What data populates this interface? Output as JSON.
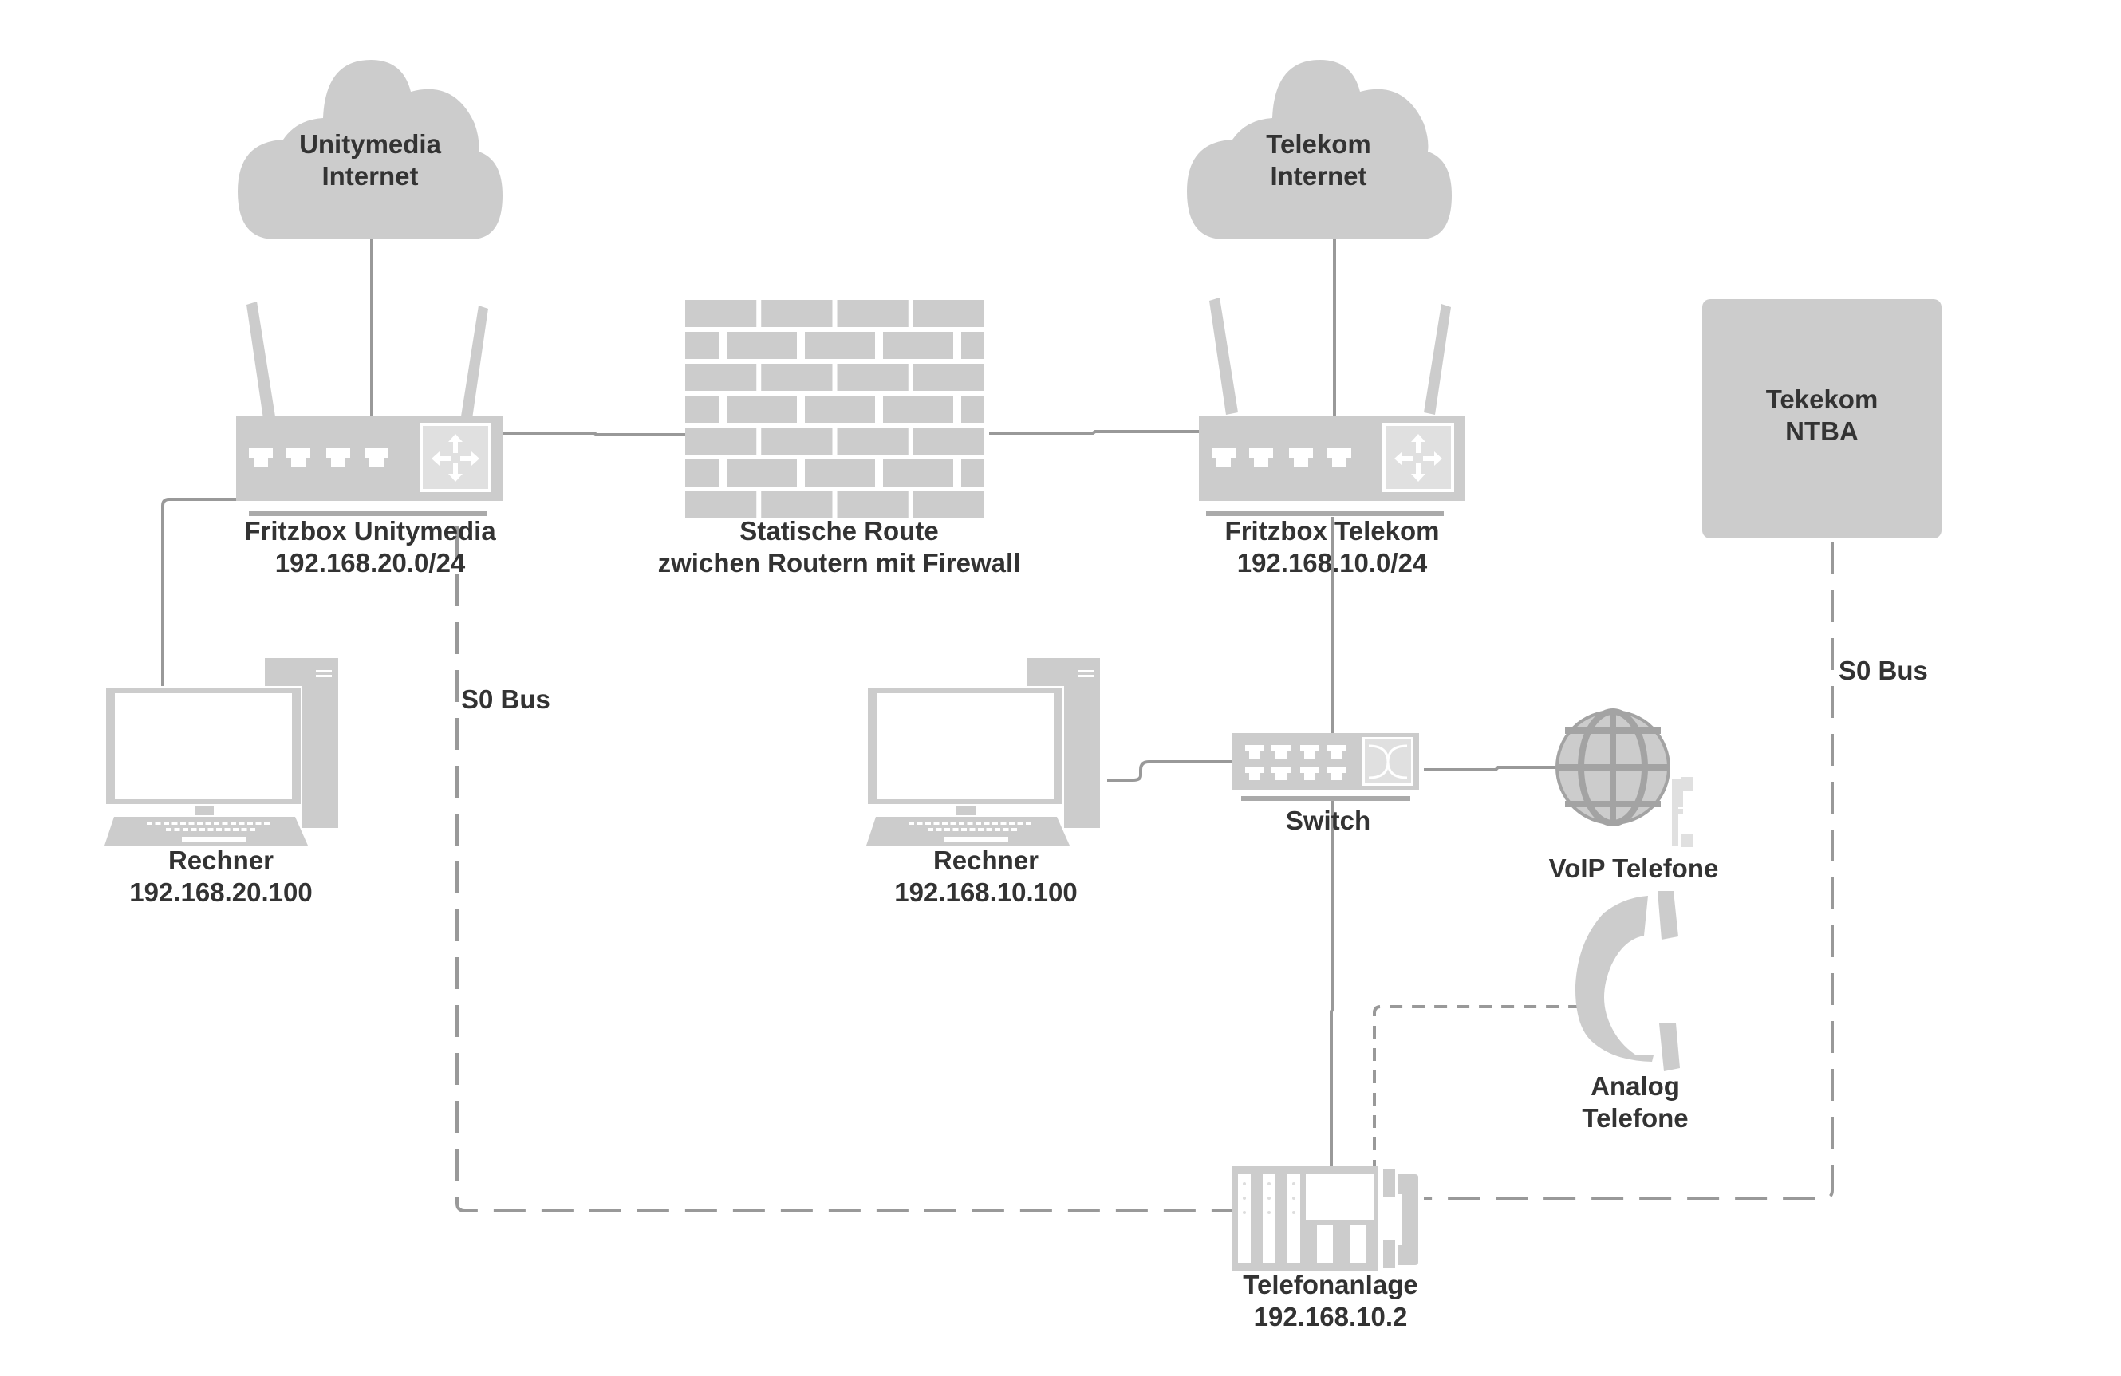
{
  "diagram": {
    "colors": {
      "shape_fill": "#cccccc",
      "shape_light": "#e0e0e0",
      "connector": "#999999",
      "text": "#333333",
      "background": "#ffffff"
    },
    "nodes": {
      "cloud_unitymedia": {
        "line1": "Unitymedia",
        "line2": "Internet",
        "icon": "cloud-icon"
      },
      "cloud_telekom": {
        "line1": "Telekom",
        "line2": "Internet",
        "icon": "cloud-icon"
      },
      "router_unitymedia": {
        "line1": "Fritzbox Unitymedia",
        "line2": "192.168.20.0/24",
        "icon": "router-icon"
      },
      "firewall": {
        "line1": "Statische Route",
        "line2": "zwichen Routern mit Firewall",
        "icon": "firewall-icon"
      },
      "router_telekom": {
        "line1": "Fritzbox Telekom",
        "line2": "192.168.10.0/24",
        "icon": "router-icon"
      },
      "ntba": {
        "line1": "Tekekom",
        "line2": "NTBA",
        "icon": "box-icon"
      },
      "pc_left": {
        "line1": "Rechner",
        "line2": "192.168.20.100",
        "icon": "desktop-computer-icon"
      },
      "pc_mid": {
        "line1": "Rechner",
        "line2": "192.168.10.100",
        "icon": "desktop-computer-icon"
      },
      "switch": {
        "line1": "Switch",
        "icon": "switch-icon"
      },
      "voip": {
        "line1": "VoIP Telefone",
        "icon": "globe-phone-icon"
      },
      "analog": {
        "line1": "Analog",
        "line2": "Telefone",
        "icon": "handset-icon"
      },
      "pbx": {
        "line1": "Telefonanlage",
        "line2": "192.168.10.2",
        "icon": "pbx-icon"
      }
    },
    "edge_labels": {
      "s0_bus_left": "S0 Bus",
      "s0_bus_right": "S0 Bus"
    },
    "edges": [
      {
        "from": "cloud_unitymedia",
        "to": "router_unitymedia",
        "style": "solid"
      },
      {
        "from": "cloud_telekom",
        "to": "router_telekom",
        "style": "solid"
      },
      {
        "from": "router_unitymedia",
        "to": "firewall",
        "style": "solid"
      },
      {
        "from": "firewall",
        "to": "router_telekom",
        "style": "solid"
      },
      {
        "from": "router_unitymedia",
        "to": "pc_left",
        "style": "solid"
      },
      {
        "from": "router_telekom",
        "to": "switch",
        "style": "solid"
      },
      {
        "from": "switch",
        "to": "pc_mid",
        "style": "solid"
      },
      {
        "from": "switch",
        "to": "voip",
        "style": "solid"
      },
      {
        "from": "switch",
        "to": "pbx",
        "style": "solid"
      },
      {
        "from": "router_unitymedia",
        "to": "pbx",
        "style": "dashed",
        "label": "S0 Bus"
      },
      {
        "from": "ntba",
        "to": "pbx",
        "style": "dashed",
        "label": "S0 Bus"
      },
      {
        "from": "pbx",
        "to": "analog",
        "style": "dotted"
      }
    ]
  }
}
